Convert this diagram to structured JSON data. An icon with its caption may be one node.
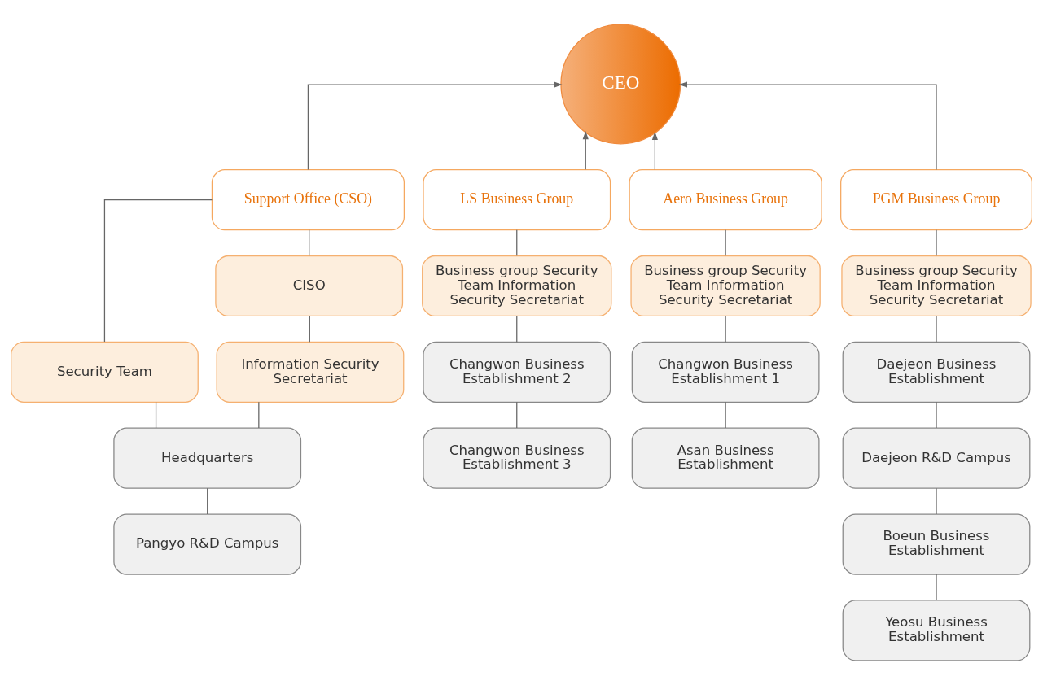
{
  "diagram": {
    "nodes": [
      {
        "text": [
          "CEO"
        ]
      },
      {
        "text": [
          "Support Office (CSO)"
        ]
      },
      {
        "text": [
          "LS Business Group"
        ]
      },
      {
        "text": [
          "Aero Business Group"
        ]
      },
      {
        "text": [
          "PGM Business Group"
        ]
      },
      {
        "text": [
          "Security Team"
        ]
      },
      {
        "text": [
          "CISO"
        ]
      },
      {
        "text": [
          "Information Security Secretariat"
        ]
      },
      {
        "text": [
          "Headquarters"
        ]
      },
      {
        "text": [
          "Pangyo R&D Campus"
        ]
      },
      {
        "text": [
          "Business group Security Team Information Security Secretariat"
        ]
      },
      {
        "text": [
          "Changwon Business Establishment 2"
        ]
      },
      {
        "text": [
          "Changwon Business Establishment 3"
        ]
      },
      {
        "text": [
          "Business group Security Team Information Security Secretariat"
        ]
      },
      {
        "text": [
          "Changwon Business Establishment 1"
        ]
      },
      {
        "text": [
          "Asan Business Establishment"
        ]
      },
      {
        "text": [
          "Business group Security Team Information Security Secretariat"
        ]
      },
      {
        "text": [
          "Daejeon Business Establishment"
        ]
      },
      {
        "text": [
          "Daejeon R&D Campus"
        ]
      },
      {
        "text": [
          "Boeun Business Establishment"
        ]
      },
      {
        "text": [
          "Yeosu Business Establishment"
        ]
      }
    ],
    "edges": [
      {
        "from": 1,
        "to": 0,
        "arrow": "to"
      },
      {
        "from": 2,
        "to": 0,
        "arrow": "to"
      },
      {
        "from": 3,
        "to": 0,
        "arrow": "to"
      },
      {
        "from": 4,
        "to": 0,
        "arrow": "to"
      },
      {
        "from": 1,
        "to": 5,
        "arrow": "none"
      },
      {
        "from": 1,
        "to": 6,
        "arrow": "none"
      },
      {
        "from": 6,
        "to": 7,
        "arrow": "none"
      },
      {
        "from": 5,
        "to": 8,
        "arrow": "none"
      },
      {
        "from": 7,
        "to": 8,
        "arrow": "none"
      },
      {
        "from": 8,
        "to": 9,
        "arrow": "none"
      },
      {
        "from": 2,
        "to": 10,
        "arrow": "none"
      },
      {
        "from": 10,
        "to": 11,
        "arrow": "none"
      },
      {
        "from": 11,
        "to": 12,
        "arrow": "none"
      },
      {
        "from": 3,
        "to": 13,
        "arrow": "none"
      },
      {
        "from": 13,
        "to": 14,
        "arrow": "none"
      },
      {
        "from": 14,
        "to": 15,
        "arrow": "none"
      },
      {
        "from": 4,
        "to": 16,
        "arrow": "none"
      },
      {
        "from": 16,
        "to": 17,
        "arrow": "none"
      },
      {
        "from": 17,
        "to": 18,
        "arrow": "none"
      },
      {
        "from": 18,
        "to": 19,
        "arrow": "none"
      },
      {
        "from": 19,
        "to": 20,
        "arrow": "none"
      }
    ]
  }
}
